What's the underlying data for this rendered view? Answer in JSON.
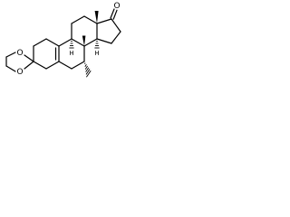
{
  "diagram": {
    "type": "skeletal-chemical-structure",
    "atoms": {
      "carbonyl_oxygen": "O",
      "ketal_oxygen_top": "O",
      "ketal_oxygen_bottom": "O",
      "stereo_h_c9": "H",
      "stereo_h_c14": "H"
    }
  },
  "colors": {
    "bond": "#000000",
    "background": "#ffffff"
  }
}
